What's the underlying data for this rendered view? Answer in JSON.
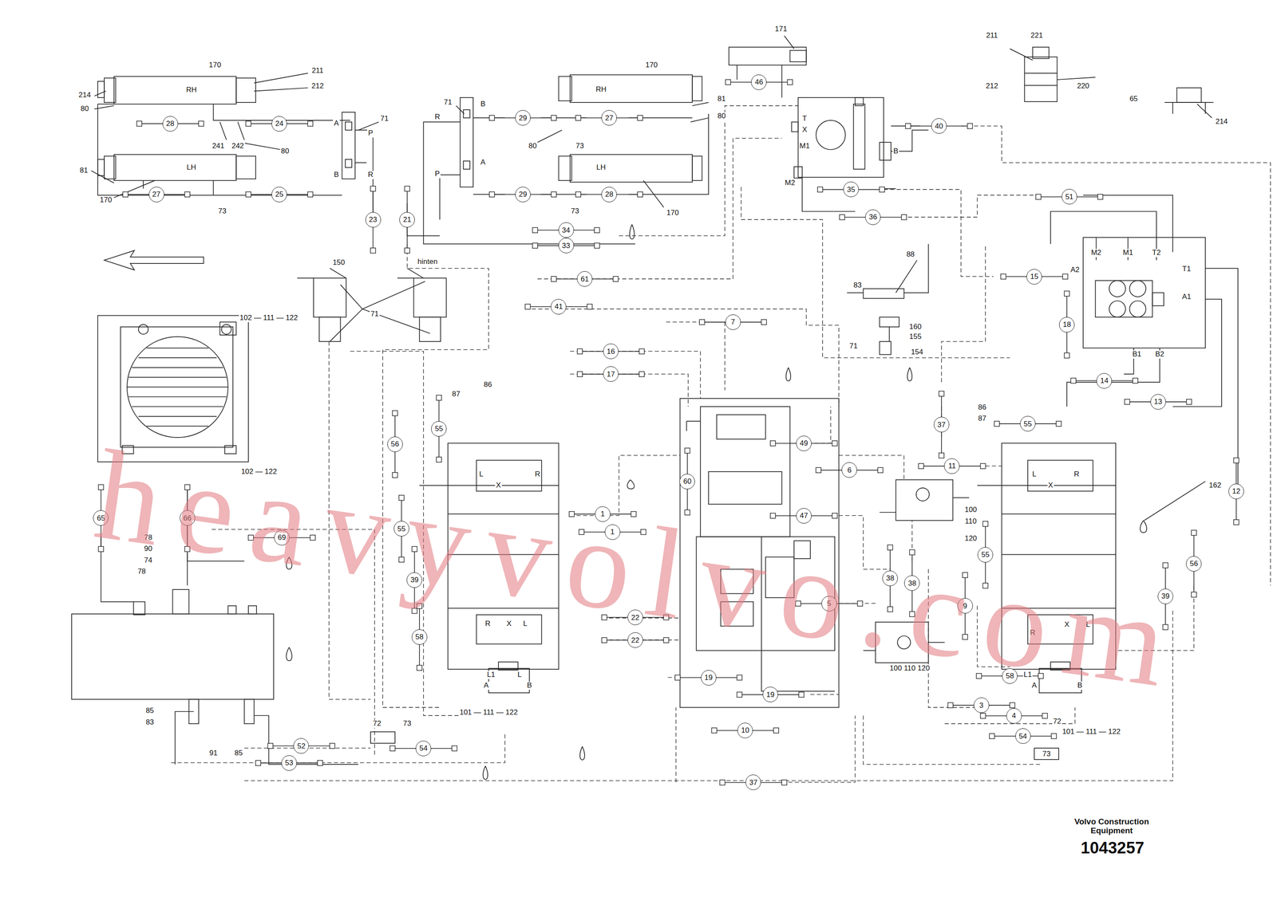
{
  "diagram": {
    "nodes": [
      {
        "text": [
          "28"
        ]
      },
      {
        "text": [
          "24"
        ]
      },
      {
        "text": [
          "27"
        ]
      },
      {
        "text": [
          "25"
        ]
      },
      {
        "text": [
          "23"
        ]
      },
      {
        "text": [
          "21"
        ]
      },
      {
        "text": [
          "29"
        ]
      },
      {
        "text": [
          "27"
        ]
      },
      {
        "text": [
          "29"
        ]
      },
      {
        "text": [
          "28"
        ]
      },
      {
        "text": [
          "46"
        ]
      },
      {
        "text": [
          "40"
        ]
      },
      {
        "text": [
          "35"
        ]
      },
      {
        "text": [
          "36"
        ]
      },
      {
        "text": [
          "34"
        ]
      },
      {
        "text": [
          "33"
        ]
      },
      {
        "text": [
          "51"
        ]
      },
      {
        "text": [
          "61"
        ]
      },
      {
        "text": [
          "15"
        ]
      },
      {
        "text": [
          "41"
        ]
      },
      {
        "text": [
          "7"
        ]
      },
      {
        "text": [
          "18"
        ]
      },
      {
        "text": [
          "16"
        ]
      },
      {
        "text": [
          "17"
        ]
      },
      {
        "text": [
          "14"
        ]
      },
      {
        "text": [
          "13"
        ]
      },
      {
        "text": [
          "37"
        ]
      },
      {
        "text": [
          "55"
        ]
      },
      {
        "text": [
          "55"
        ]
      },
      {
        "text": [
          "56"
        ]
      },
      {
        "text": [
          "49"
        ]
      },
      {
        "text": [
          "6"
        ]
      },
      {
        "text": [
          "11"
        ]
      },
      {
        "text": [
          "60"
        ]
      },
      {
        "text": [
          "65"
        ]
      },
      {
        "text": [
          "66"
        ]
      },
      {
        "text": [
          "12"
        ]
      },
      {
        "text": [
          "1"
        ]
      },
      {
        "text": [
          "1"
        ]
      },
      {
        "text": [
          "47"
        ]
      },
      {
        "text": [
          "55"
        ]
      },
      {
        "text": [
          "55"
        ]
      },
      {
        "text": [
          "69"
        ]
      },
      {
        "text": [
          "56"
        ]
      },
      {
        "text": [
          "38"
        ]
      },
      {
        "text": [
          "38"
        ]
      },
      {
        "text": [
          "9"
        ]
      },
      {
        "text": [
          "39"
        ]
      },
      {
        "text": [
          "39"
        ]
      },
      {
        "text": [
          "5"
        ]
      },
      {
        "text": [
          "22"
        ]
      },
      {
        "text": [
          "22"
        ]
      },
      {
        "text": [
          "58"
        ]
      },
      {
        "text": [
          "58"
        ]
      },
      {
        "text": [
          "19"
        ]
      },
      {
        "text": [
          "19"
        ]
      },
      {
        "text": [
          "3"
        ]
      },
      {
        "text": [
          "4"
        ]
      },
      {
        "text": [
          "10"
        ]
      },
      {
        "text": [
          "52"
        ]
      },
      {
        "text": [
          "54"
        ]
      },
      {
        "text": [
          "53"
        ]
      },
      {
        "text": [
          "54"
        ]
      },
      {
        "text": [
          "37"
        ]
      }
    ],
    "labels": [
      "170",
      "211",
      "212",
      "214",
      "RH",
      "80",
      "241",
      "242",
      "80",
      "71",
      "A",
      "P",
      "B",
      "R",
      "81",
      "LH",
      "170",
      "73",
      "170",
      "RH",
      "71",
      "R",
      "B",
      "A",
      "P",
      "81",
      "80",
      "80",
      "73",
      "LH",
      "73",
      "170",
      "171",
      "T",
      "X",
      "M1",
      "M2",
      "B",
      "211",
      "221",
      "220",
      "212",
      "65",
      "214",
      "150",
      "hinten",
      "71",
      "102 — 111 — 122",
      "102 — 122",
      "88",
      "83",
      "160",
      "155",
      "71",
      "154",
      "M2",
      "M1",
      "T2",
      "A2",
      "T1",
      "A1",
      "B1",
      "B2",
      "86",
      "87",
      "86",
      "87",
      "100",
      "110",
      "120",
      "100 110 120",
      "162",
      "L",
      "R",
      "X",
      "R",
      "X",
      "L",
      "L1",
      "L",
      "A",
      "B",
      "101 — 111 — 122",
      "L",
      "R",
      "X",
      "R",
      "X",
      "L",
      "L1",
      "A",
      "B",
      "101 — 111 — 122",
      "72",
      "73",
      "78",
      "90",
      "74",
      "78",
      "85",
      "83",
      "91",
      "85",
      "72",
      "73",
      "Volvo Construction Equipment",
      "1043257",
      "heavyvolvo.com"
    ]
  }
}
